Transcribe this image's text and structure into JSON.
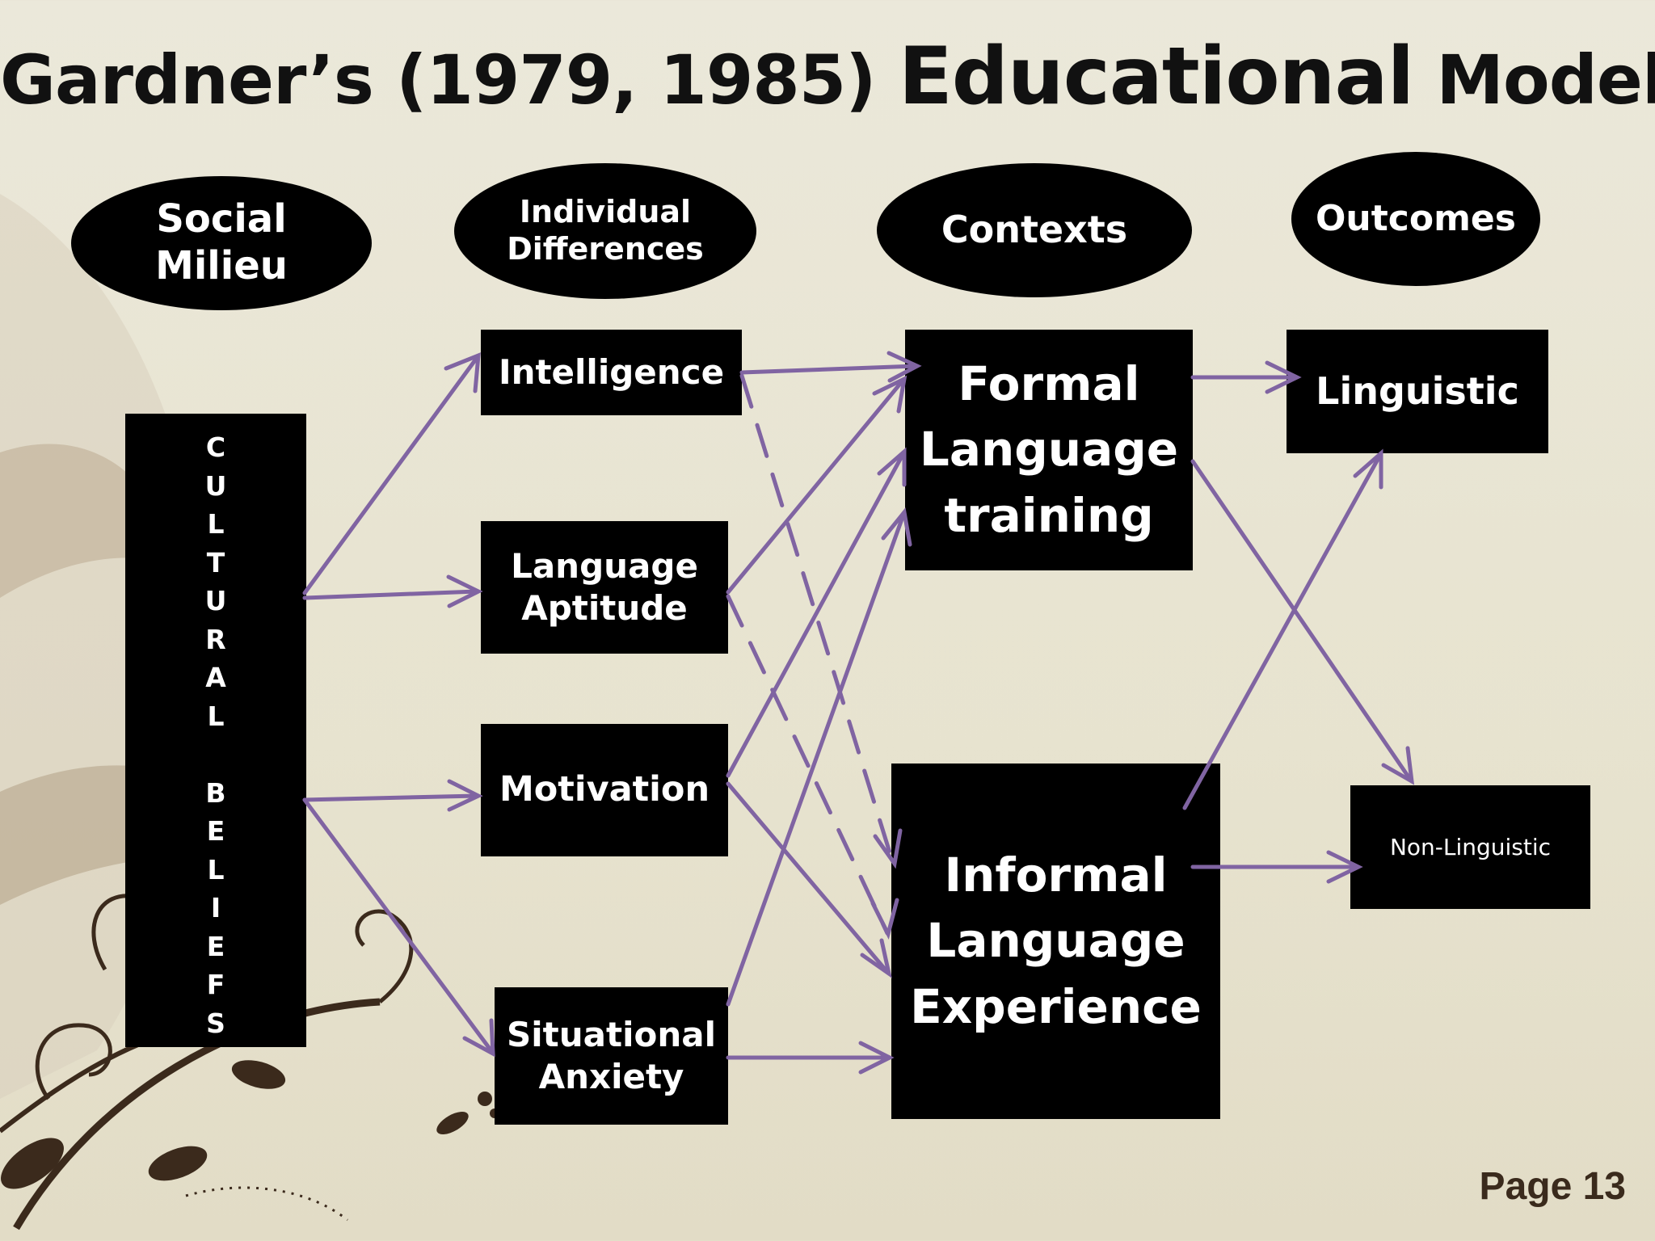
{
  "title": {
    "part1": "Gardner’s (1979, 1985) ",
    "part2": "Educational",
    "part3": " Model"
  },
  "headers": {
    "social_milieu": "Social\nMilieu",
    "individual_differences": "Individual\nDifferences",
    "contexts": "Contexts",
    "outcomes": "Outcomes"
  },
  "cultural_beliefs": [
    "C",
    "U",
    "L",
    "T",
    "U",
    "R",
    "A",
    "L",
    " ",
    "B",
    "E",
    "L",
    "I",
    "E",
    "F",
    "S"
  ],
  "individual_differences": {
    "intelligence": "Intelligence",
    "language_aptitude": "Language\nAptitude",
    "motivation": "Motivation",
    "situational_anxiety": "Situational\nAnxiety"
  },
  "contexts": {
    "formal": "Formal\nLanguage\ntraining",
    "informal": "Informal\nLanguage\nExperience"
  },
  "outcomes": {
    "linguistic": "Linguistic",
    "non_linguistic": "Non-Linguistic"
  },
  "page_number": "Page 13",
  "colors": {
    "arrow": "#8064a2",
    "box": "#000000",
    "background": "#e9e5d3"
  }
}
